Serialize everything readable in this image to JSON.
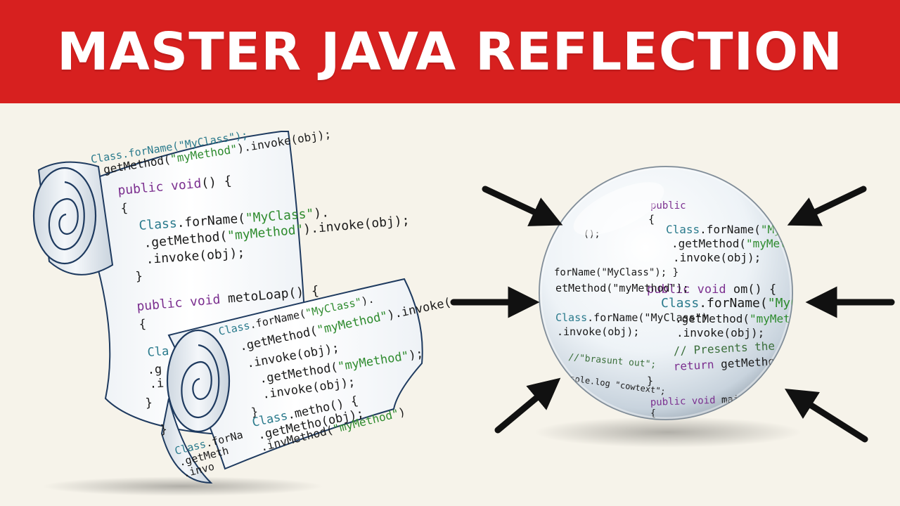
{
  "title": "MASTER JAVA REFLECTION",
  "colors": {
    "banner": "#d7201f",
    "background": "#f6f3ea",
    "keyword": "#7b2f8f",
    "class_name": "#2a7a8c",
    "string": "#2e8b2e",
    "code_text": "#1a1a1a",
    "comment": "#3a6e3a",
    "arrow": "#111111"
  },
  "scroll": {
    "upper_lines": [
      [
        {
          "t": "Class.forName(\"MyClass\");",
          "c": "class_name"
        }
      ],
      [
        {
          "t": "getMethod(",
          "c": "code_text"
        },
        {
          "t": "\"myMethod\"",
          "c": "string"
        },
        {
          "t": ").invoke(obj);",
          "c": "code_text"
        }
      ],
      [
        {
          "t": "public void",
          "c": "keyword"
        },
        {
          "t": "() {",
          "c": "code_text"
        }
      ],
      [
        {
          "t": "{",
          "c": "code_text"
        }
      ],
      [
        {
          "t": "Class",
          "c": "class_name"
        },
        {
          "t": ".forName(",
          "c": "code_text"
        },
        {
          "t": "\"MyClass\"",
          "c": "string"
        },
        {
          "t": ").",
          "c": "code_text"
        }
      ],
      [
        {
          "t": ".getMethod(",
          "c": "code_text"
        },
        {
          "t": "\"myMethod\"",
          "c": "string"
        },
        {
          "t": ").invoke(obj);",
          "c": "code_text"
        }
      ],
      [
        {
          "t": ".invoke(obj);",
          "c": "code_text"
        }
      ],
      [
        {
          "t": "}",
          "c": "code_text"
        }
      ],
      [
        {
          "t": "public void",
          "c": "keyword"
        },
        {
          "t": " metoLoap() {",
          "c": "code_text"
        }
      ],
      [
        {
          "t": "{",
          "c": "code_text"
        }
      ]
    ],
    "lower_lines": [
      [
        {
          "t": "Class",
          "c": "class_name"
        },
        {
          "t": ".forName(",
          "c": "code_text"
        },
        {
          "t": "\"MyClass\"",
          "c": "string"
        },
        {
          "t": ").",
          "c": "code_text"
        }
      ],
      [
        {
          "t": ".getMethod(",
          "c": "code_text"
        },
        {
          "t": "\"myMethod\"",
          "c": "string"
        },
        {
          "t": ").invoke(",
          "c": "code_text"
        }
      ],
      [
        {
          "t": ".invoke(obj);",
          "c": "code_text"
        }
      ],
      [
        {
          "t": ".getMethod(",
          "c": "code_text"
        },
        {
          "t": "\"myMethod\"",
          "c": "string"
        },
        {
          "t": ");",
          "c": "code_text"
        }
      ],
      [
        {
          "t": ".invoke(obj);",
          "c": "code_text"
        }
      ],
      [
        {
          "t": "}",
          "c": "code_text"
        }
      ],
      [
        {
          "t": "Class",
          "c": "class_name"
        },
        {
          "t": ".metho() {",
          "c": "code_text"
        }
      ],
      [
        {
          "t": ".getMetho(obj);",
          "c": "code_text"
        }
      ],
      [
        {
          "t": ".invMethod(",
          "c": "code_text"
        },
        {
          "t": "\"myMethod\"",
          "c": "string"
        },
        {
          "t": ")",
          "c": "code_text"
        }
      ]
    ],
    "edge_lines": [
      [
        {
          "t": "Cla",
          "c": "class_name"
        }
      ],
      [
        {
          "t": ".g",
          "c": "code_text"
        }
      ],
      [
        {
          "t": ".i",
          "c": "code_text"
        }
      ],
      [
        {
          "t": "}",
          "c": "code_text"
        }
      ],
      [
        {
          "t": "}",
          "c": "code_text"
        }
      ]
    ],
    "tail_lines": [
      [
        {
          "t": "Class",
          "c": "class_name"
        },
        {
          "t": ".forNa",
          "c": "code_text"
        }
      ],
      [
        {
          "t": ".getMeth",
          "c": "code_text"
        }
      ],
      [
        {
          "t": ".invo",
          "c": "code_text"
        }
      ]
    ]
  },
  "sphere": {
    "lines": [
      [
        {
          "t": "public",
          "c": "keyword"
        }
      ],
      [
        {
          "t": "{",
          "c": "code_text"
        }
      ],
      [
        {
          "t": "Class",
          "c": "class_name"
        },
        {
          "t": ".forName(",
          "c": "code_text"
        },
        {
          "t": "\"MyClass\"",
          "c": "string"
        }
      ],
      [
        {
          "t": ".getMethod(",
          "c": "code_text"
        },
        {
          "t": "\"myMethod\"",
          "c": "string"
        }
      ],
      [
        {
          "t": ".invoke(obj);",
          "c": "code_text"
        }
      ],
      [
        {
          "t": "public void",
          "c": "keyword"
        },
        {
          "t": " om() {",
          "c": "code_text"
        }
      ],
      [
        {
          "t": "Class",
          "c": "class_name"
        },
        {
          "t": ".forName(",
          "c": "code_text"
        },
        {
          "t": "\"MyClass\"",
          "c": "string"
        },
        {
          "t": ")",
          "c": "code_text"
        }
      ],
      [
        {
          "t": ".getMethod(",
          "c": "code_text"
        },
        {
          "t": "\"myMethod\"",
          "c": "string"
        }
      ],
      [
        {
          "t": ".invoke(obj);",
          "c": "code_text"
        }
      ],
      [
        {
          "t": "// Presents the reflectio",
          "c": "comment"
        }
      ],
      [
        {
          "t": "return",
          "c": "keyword"
        },
        {
          "t": " getMethod();",
          "c": "code_text"
        }
      ],
      [
        {
          "t": "}",
          "c": "code_text"
        }
      ],
      [
        {
          "t": "public void",
          "c": "keyword"
        },
        {
          "t": " main() {",
          "c": "code_text"
        }
      ],
      [
        {
          "t": "{",
          "c": "code_text"
        }
      ]
    ],
    "left_lines": [
      [
        {
          "t": "();",
          "c": "code_text"
        }
      ],
      [
        {
          "t": "forName(\"MyClass\"); }",
          "c": "code_text"
        }
      ],
      [
        {
          "t": "etMethod(\"myMethod\");",
          "c": "code_text"
        }
      ],
      [
        {
          "t": "Class",
          "c": "class_name"
        },
        {
          "t": ".forName(\"MyClass\")",
          "c": "code_text"
        }
      ],
      [
        {
          "t": ".invoke(obj);",
          "c": "code_text"
        }
      ],
      [
        {
          "t": "//\"brasunt out\";",
          "c": "comment"
        }
      ],
      [
        {
          "t": "sole.log \"cowtext\";",
          "c": "code_text"
        }
      ]
    ]
  }
}
